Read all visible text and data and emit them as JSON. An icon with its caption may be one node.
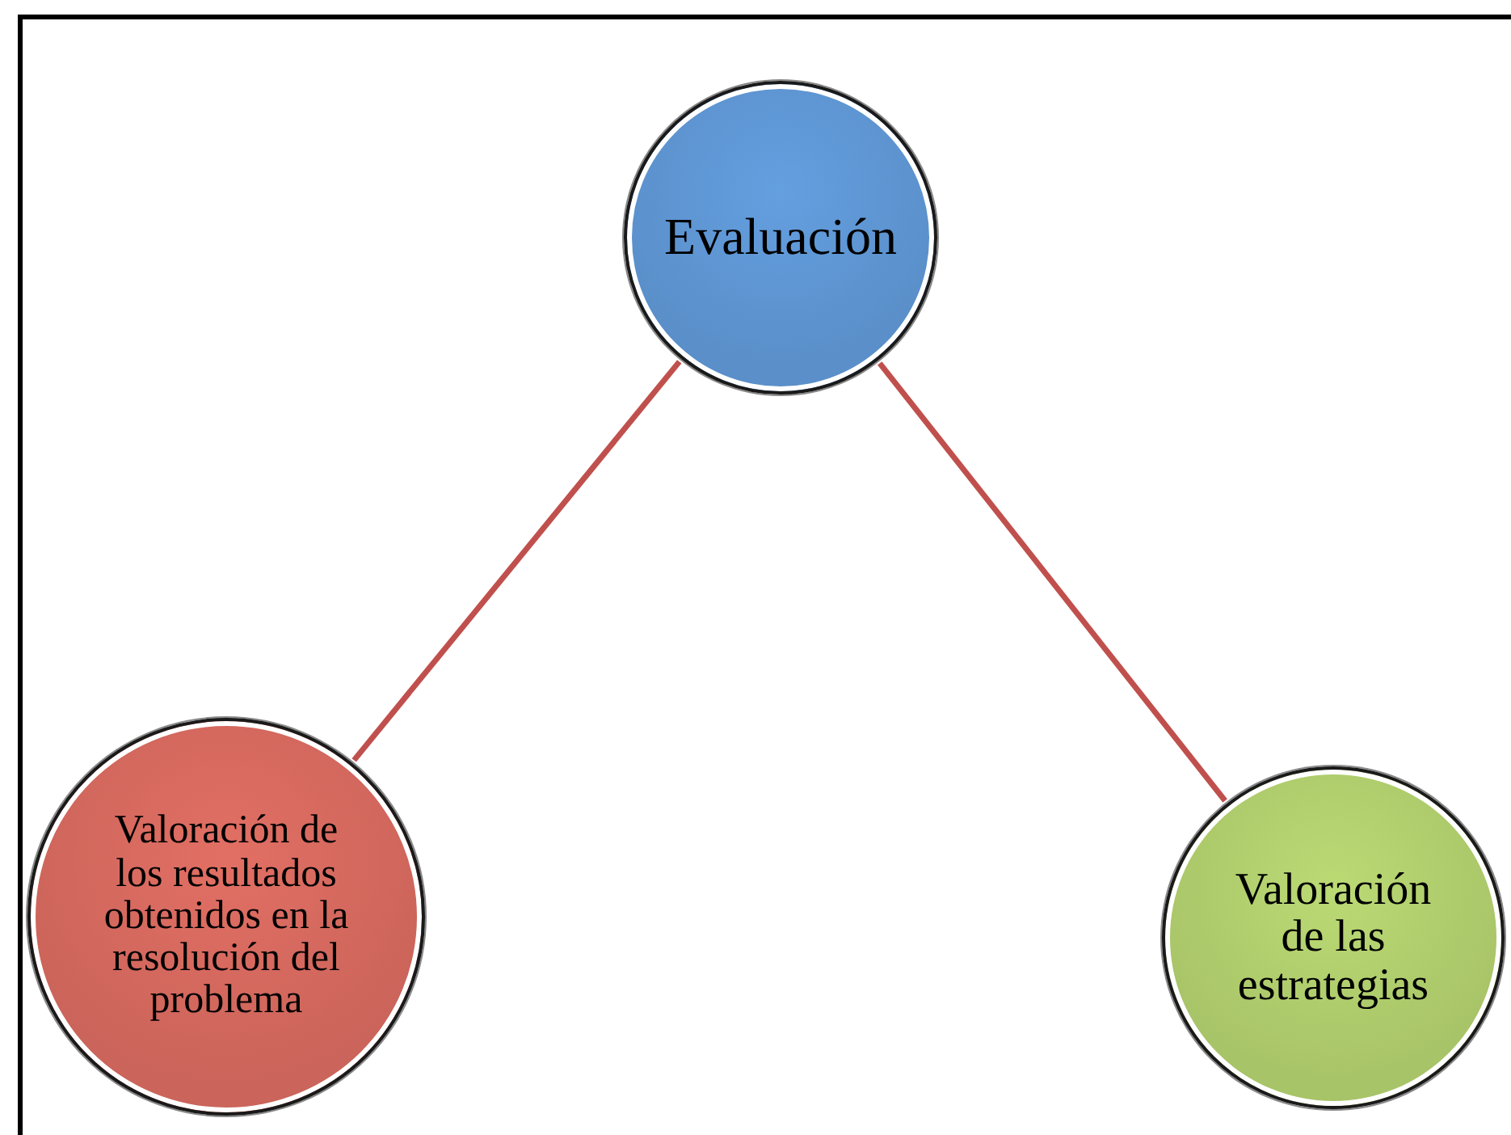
{
  "diagram": {
    "nodes": [
      {
        "text": [
          "Evaluación"
        ]
      },
      {
        "text": [
          "Valoración de los resultados obtenidos en la resolución del problema"
        ]
      },
      {
        "text": [
          "Valoración de las estrategias"
        ]
      }
    ],
    "edges": [
      {
        "from": 0,
        "to": 1,
        "arrow": "none"
      },
      {
        "from": 0,
        "to": 2,
        "arrow": "none"
      }
    ]
  }
}
